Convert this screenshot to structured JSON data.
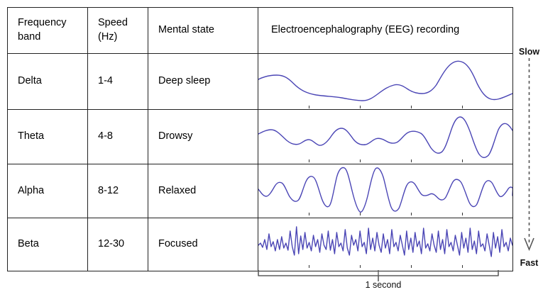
{
  "table": {
    "headers": [
      "Frequency band",
      "Speed (Hz)",
      "Mental state",
      "Electroencephalography (EEG) recording"
    ],
    "header_lines": {
      "band_1": "Frequency",
      "band_2": "band",
      "speed_1": "Speed",
      "speed_2": "(Hz)",
      "state": "Mental state",
      "eeg": "Electroencephalography (EEG) recording"
    },
    "rows": [
      {
        "band": "Delta",
        "speed": "1-4",
        "state": "Deep sleep",
        "wave": "delta"
      },
      {
        "band": "Theta",
        "speed": "4-8",
        "state": "Drowsy",
        "wave": "theta"
      },
      {
        "band": "Alpha",
        "speed": "8-12",
        "state": "Relaxed",
        "wave": "alpha"
      },
      {
        "band": "Beta",
        "speed": "12-30",
        "state": "Focused",
        "wave": "beta"
      }
    ]
  },
  "speed_axis": {
    "top_label": "Slow",
    "bottom_label": "Fast",
    "style": "dashed-down-arrow"
  },
  "time_scale": {
    "label": "1 second",
    "style": "bracket"
  },
  "colors": {
    "wave": "#4a45b5",
    "table_border": "#222222",
    "axis": "#555555",
    "text": "#000000",
    "background": "#ffffff"
  },
  "chart_data": {
    "type": "line",
    "title": "Electroencephalography (EEG) recording",
    "xlabel": "1 second",
    "ylabel": "",
    "grid": false,
    "legend": "none",
    "x_ticks": 5,
    "series": [
      {
        "name": "Delta",
        "band": "Delta",
        "frequency_hz": "1-4",
        "mental_state": "Deep sleep",
        "approx_cycles_per_second": 2.5,
        "values": [
          0.18,
          0.24,
          0.22,
          0.08,
          -0.12,
          -0.25,
          -0.3,
          -0.32,
          -0.36,
          -0.42,
          -0.45,
          -0.38,
          -0.2,
          0.02,
          0.1,
          0.02,
          -0.05,
          0.05,
          0.4,
          0.78,
          0.95,
          0.8,
          0.4,
          -0.05,
          -0.35,
          -0.42,
          -0.3,
          -0.18
        ]
      },
      {
        "name": "Theta",
        "band": "Theta",
        "frequency_hz": "4-8",
        "mental_state": "Drowsy",
        "approx_cycles_per_second": 6,
        "values": [
          0.12,
          0.26,
          0.18,
          -0.14,
          -0.28,
          -0.18,
          -0.3,
          -0.1,
          0.22,
          0.34,
          0.12,
          -0.22,
          -0.3,
          -0.1,
          0.12,
          0.16,
          -0.02,
          -0.2,
          0.08,
          0.24,
          0.22,
          0.1,
          -0.3,
          -0.62,
          -0.2,
          0.52,
          0.88,
          0.5,
          -0.3,
          -0.82,
          -0.55,
          0.18,
          0.48,
          0.4
        ]
      },
      {
        "name": "Alpha",
        "band": "Alpha",
        "frequency_hz": "8-12",
        "mental_state": "Relaxed",
        "approx_cycles_per_second": 10,
        "values": [
          0.05,
          0.32,
          0.1,
          -0.28,
          0.18,
          0.52,
          0.1,
          -0.55,
          0.45,
          0.95,
          0.1,
          -0.6,
          0.52,
          1.0,
          0.05,
          -0.9,
          -0.2,
          0.48,
          0.1,
          -0.12,
          0.0,
          -0.25,
          0.35,
          0.6,
          -0.1,
          -0.55,
          0.3,
          0.72,
          0.05,
          -0.5,
          0.08,
          0.3,
          0.1,
          0.38,
          0.05,
          -0.2
        ]
      },
      {
        "name": "Beta",
        "band": "Beta",
        "frequency_hz": "12-30",
        "mental_state": "Focused",
        "approx_cycles_per_second": 24,
        "values": [
          0.05,
          0.42,
          -0.25,
          0.22,
          -0.35,
          0.18,
          0.45,
          -0.3,
          0.35,
          -0.62,
          0.95,
          -0.85,
          0.48,
          -0.28,
          0.42,
          -0.35,
          0.2,
          -0.2,
          0.48,
          -0.45,
          0.28,
          -0.62,
          0.3,
          -0.25,
          0.55,
          -0.52,
          0.22,
          -0.15,
          0.4,
          -0.3,
          0.62,
          -0.55,
          0.5,
          -0.45,
          0.35,
          -0.28,
          0.58,
          -0.48,
          0.3,
          -0.2,
          0.45,
          -0.7,
          0.38,
          -0.35,
          0.58,
          -0.42,
          0.25,
          -0.3,
          0.52,
          -0.25
        ]
      }
    ]
  }
}
